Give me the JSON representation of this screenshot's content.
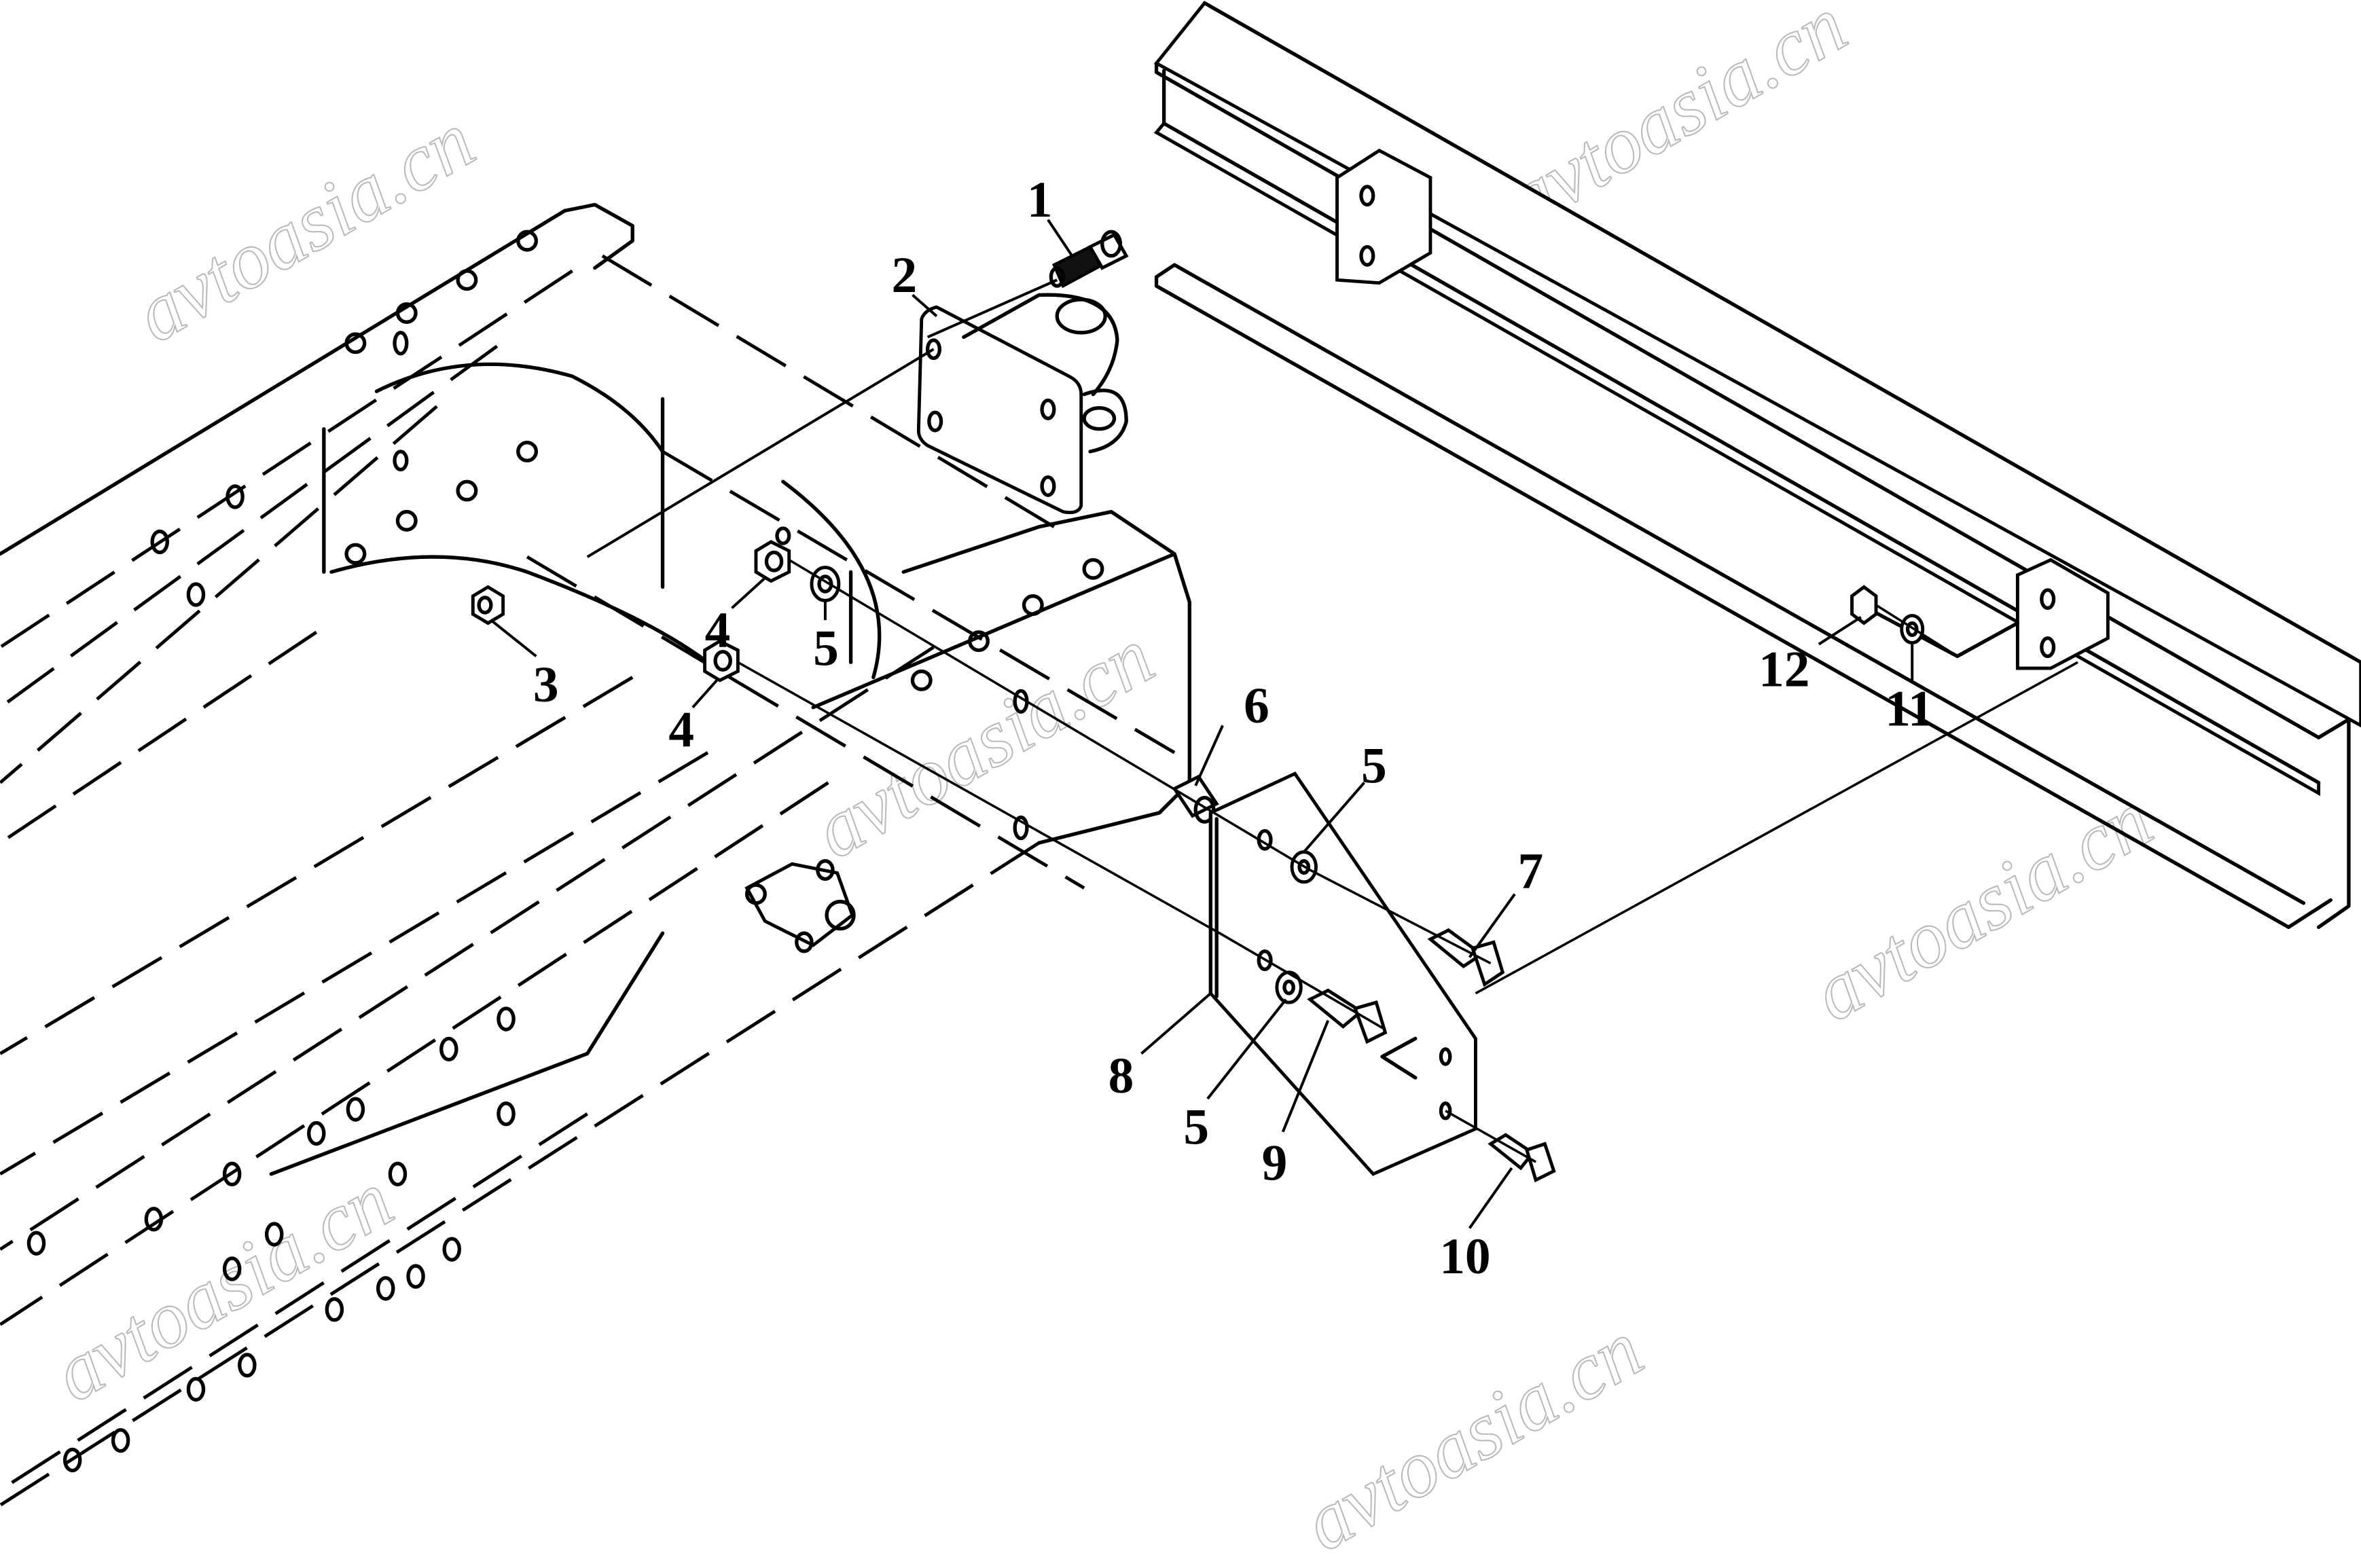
{
  "diagram": {
    "title": "Exploded view: tow hitch bracket on frame crossmember",
    "watermark_text": "avtoasia.cn",
    "callouts": [
      {
        "id": "1",
        "part": "bolt"
      },
      {
        "id": "2",
        "part": "tow-hook-bracket"
      },
      {
        "id": "3",
        "part": "nut"
      },
      {
        "id": "4",
        "part": "nut"
      },
      {
        "id": "4b",
        "label": "4",
        "part": "nut"
      },
      {
        "id": "5",
        "part": "washer"
      },
      {
        "id": "5b",
        "label": "5",
        "part": "washer"
      },
      {
        "id": "5c",
        "label": "5",
        "part": "washer"
      },
      {
        "id": "6",
        "part": "spacer-sleeve"
      },
      {
        "id": "7",
        "part": "bolt"
      },
      {
        "id": "8",
        "part": "mounting-plate"
      },
      {
        "id": "9",
        "part": "bolt"
      },
      {
        "id": "10",
        "part": "bolt"
      },
      {
        "id": "11",
        "part": "washer"
      },
      {
        "id": "12",
        "part": "nut"
      }
    ],
    "labels": {
      "l1": "1",
      "l2": "2",
      "l3": "3",
      "l4a": "4",
      "l4b": "4",
      "l5a": "5",
      "l5b": "5",
      "l5c": "5",
      "l6": "6",
      "l7": "7",
      "l8": "8",
      "l9": "9",
      "l10": "10",
      "l11": "11",
      "l12": "12"
    },
    "colors": {
      "line": "#000000",
      "background": "#ffffff",
      "watermark_outline": "#b9b9b9"
    }
  }
}
